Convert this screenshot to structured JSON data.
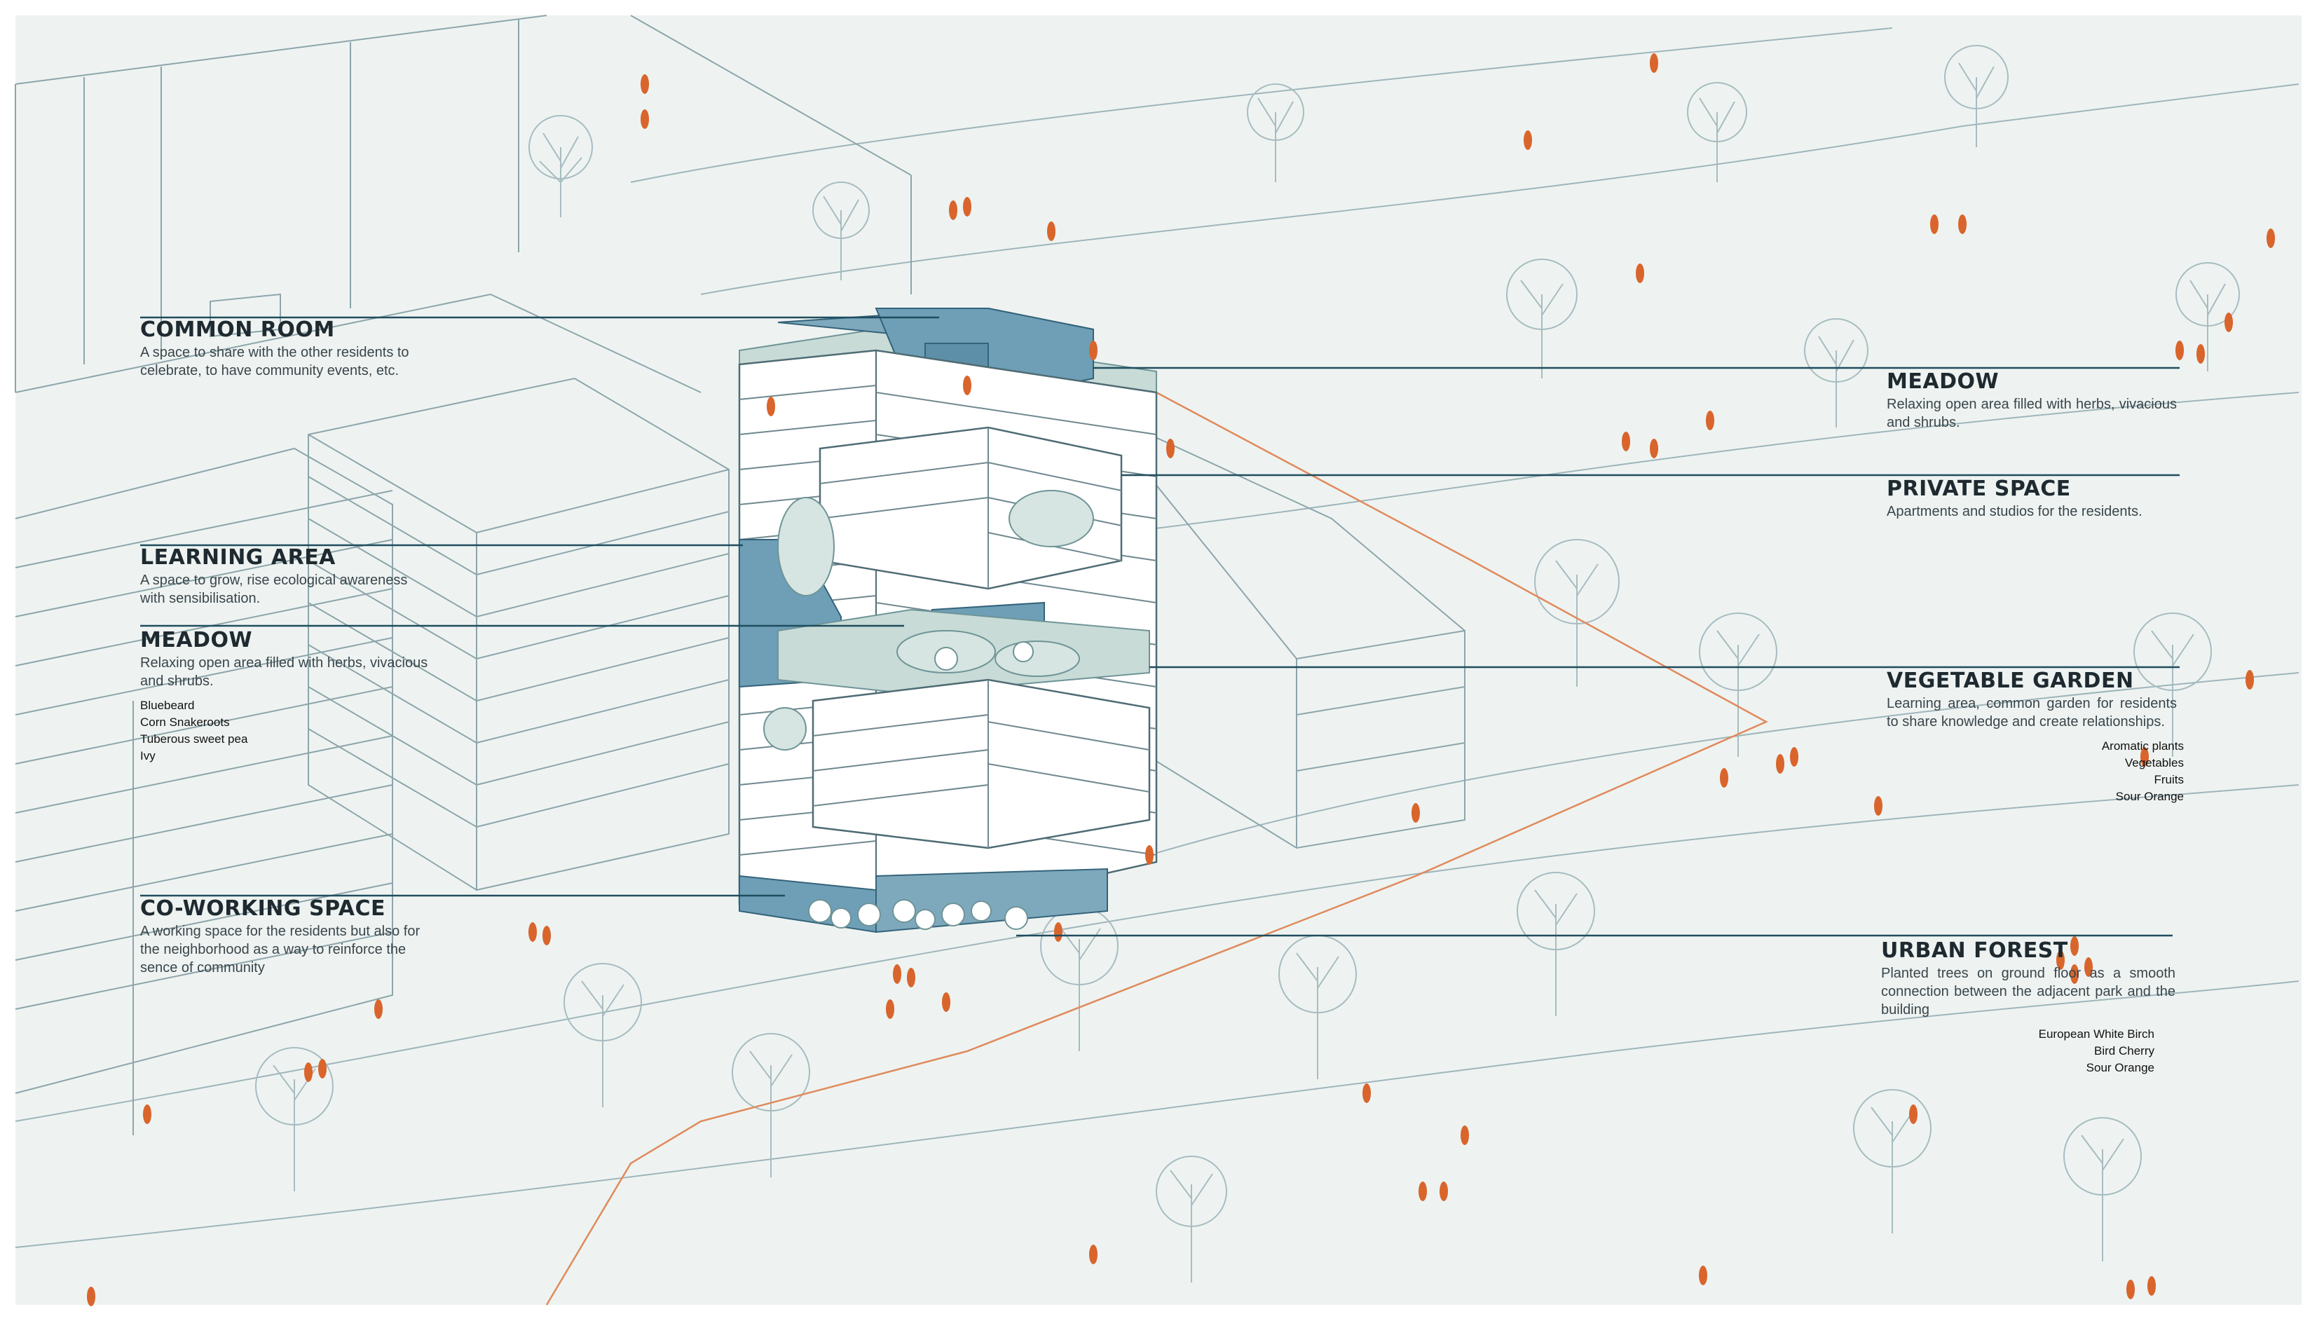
{
  "labels": {
    "common_room": {
      "title": "COMMON ROOM",
      "desc": "A space to share with the other residents to celebrate, to have community events, etc."
    },
    "learning_area": {
      "title": "LEARNING AREA",
      "desc": "A space to grow, rise ecological awareness with sensibilisation."
    },
    "meadow_left": {
      "title": "MEADOW",
      "desc": "Relaxing open area filled with herbs, vivacious and shrubs.",
      "list": [
        "Bluebeard",
        "Corn Snakeroots",
        "Tuberous sweet pea",
        "Ivy"
      ]
    },
    "coworking": {
      "title": "CO-WORKING SPACE",
      "desc": "A working space for the residents but also for the neighborhood as a way to reinforce the sence of community"
    },
    "meadow_right": {
      "title": "MEADOW",
      "desc": "Relaxing open area filled with herbs, vivacious and shrubs."
    },
    "private_space": {
      "title": "PRIVATE SPACE",
      "desc": "Apartments and studios for the residents."
    },
    "vegetable_garden": {
      "title": "VEGETABLE GARDEN",
      "desc": "Learning area, common garden for residents to share knowledge and create relationships.",
      "list": [
        "Aromatic plants",
        "Vegetables",
        "Fruits",
        "Sour Orange"
      ]
    },
    "urban_forest": {
      "title": "URBAN FOREST",
      "desc": "Planted trees on ground floor as a smooth connection between the adjacent park and the building",
      "list": [
        "European White Birch",
        "Bird Cherry",
        "Sour Orange"
      ]
    }
  },
  "colors": {
    "background": "#eef3f1",
    "line": "#7e98a0",
    "leader": "#1f4d5e",
    "accent_blue": "#6e9fb7",
    "people": "#d9652c",
    "path": "#e08a5c"
  }
}
